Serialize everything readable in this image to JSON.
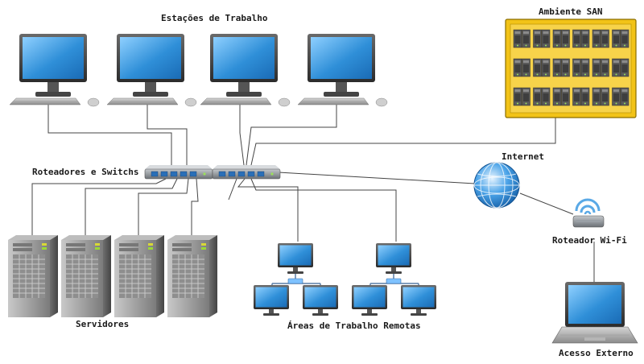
{
  "labels": {
    "workstations": "Estações de Trabalho",
    "san": "Ambiente SAN",
    "routers_switches": "Roteadores e Switchs",
    "internet": "Internet",
    "wifi_router": "Roteador Wi-Fi",
    "servers": "Servidores",
    "remote_areas": "Áreas de Trabalho Remotas",
    "external_access": "Acesso Externo"
  },
  "icons": {
    "workstation": "desktop-computer-icon",
    "switch": "network-switch-icon",
    "server": "server-tower-icon",
    "san": "storage-array-icon",
    "internet": "globe-icon",
    "wifi": "wifi-router-icon",
    "laptop": "laptop-icon"
  },
  "colors": {
    "monitor_screen": "#2f8fd8",
    "san_frame": "#f2c318",
    "server_body": "#8c8c8c",
    "link_line": "#444444"
  }
}
